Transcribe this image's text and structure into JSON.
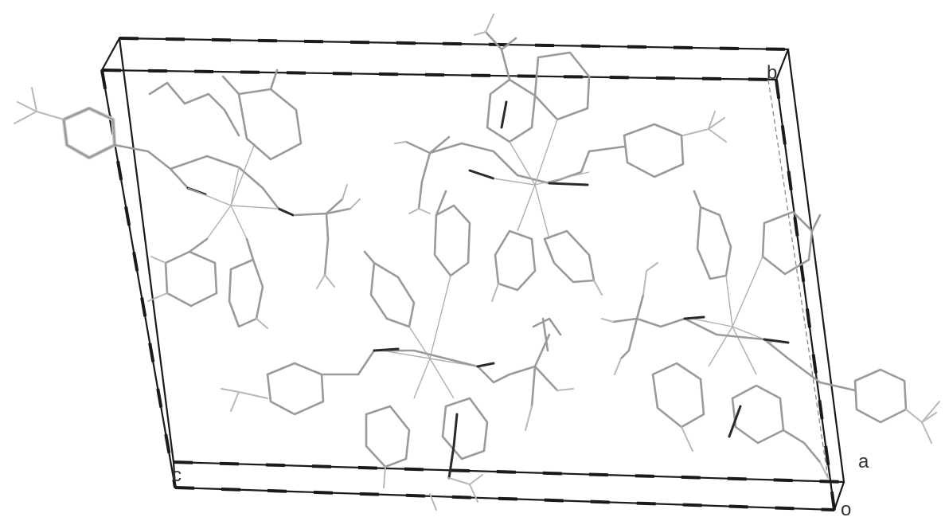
{
  "figure": {
    "axis_labels": {
      "b": "b",
      "a": "a",
      "c": "c",
      "origin": "o"
    }
  }
}
